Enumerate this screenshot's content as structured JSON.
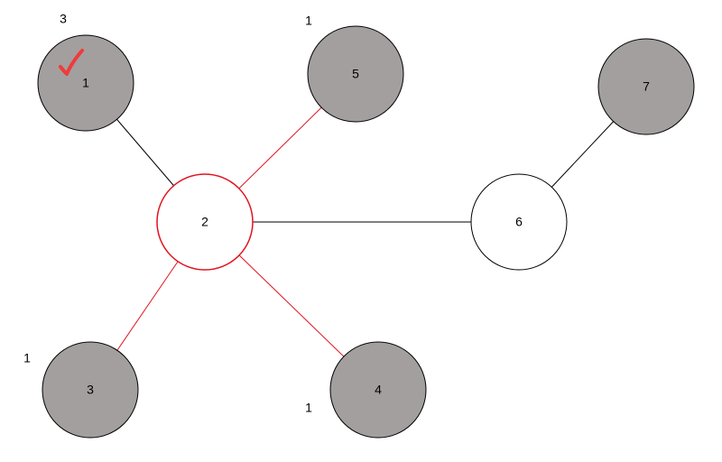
{
  "colors": {
    "visited_fill": "#a39f9f",
    "unvisited_fill": "#ffffff",
    "default_stroke": "#000000",
    "highlight_stroke": "#e0141e",
    "checkmark": "#ef3b3b"
  },
  "nodes": [
    {
      "id": "1",
      "label": "1",
      "state": "visited",
      "count": "3",
      "checked": true
    },
    {
      "id": "2",
      "label": "2",
      "state": "current",
      "count": ""
    },
    {
      "id": "3",
      "label": "3",
      "state": "visited",
      "count": "1"
    },
    {
      "id": "4",
      "label": "4",
      "state": "visited",
      "count": "1"
    },
    {
      "id": "5",
      "label": "5",
      "state": "visited",
      "count": "1"
    },
    {
      "id": "6",
      "label": "6",
      "state": "unvisited",
      "count": ""
    },
    {
      "id": "7",
      "label": "7",
      "state": "visited",
      "count": ""
    }
  ],
  "edges": [
    {
      "from": "1",
      "to": "2",
      "highlighted": false
    },
    {
      "from": "2",
      "to": "5",
      "highlighted": true
    },
    {
      "from": "2",
      "to": "3",
      "highlighted": true
    },
    {
      "from": "2",
      "to": "4",
      "highlighted": true
    },
    {
      "from": "2",
      "to": "6",
      "highlighted": false
    },
    {
      "from": "6",
      "to": "7",
      "highlighted": false
    }
  ],
  "icons": {
    "checkmark": "checkmark-icon"
  }
}
